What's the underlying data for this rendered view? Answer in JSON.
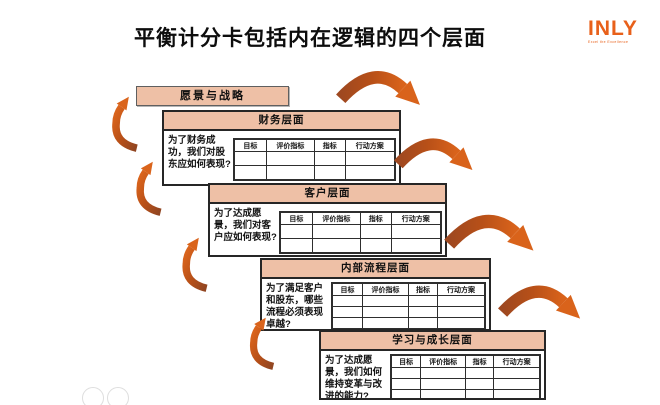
{
  "title": "平衡计分卡包括内在逻辑的四个层面",
  "logo": {
    "name": "INLY",
    "tagline": "Excel the Excellence"
  },
  "vision_box": {
    "label": "愿景与战略"
  },
  "table_headers": [
    "目标",
    "评价指标",
    "指标",
    "行动方案"
  ],
  "sections": [
    {
      "header": "财务层面",
      "question": "为了财务成功，我们对股东应如何表现?",
      "empty_rows": 2
    },
    {
      "header": "客户层面",
      "question": "为了达成愿景，我们对客户应如何表现?",
      "empty_rows": 2
    },
    {
      "header": "内部流程层面",
      "question": "为了满足客户和股东，哪些流程必须表现卓越?",
      "empty_rows": 3
    },
    {
      "header": "学习与成长层面",
      "question": "为了达成愿景，我们如何维持变革与改进的能力?",
      "empty_rows": 3
    }
  ],
  "colors": {
    "arrow_orange": "#d9631b",
    "arrow_dark": "#9e4820",
    "panel_fill": "#eec0a6",
    "logo_orange": "#e8601a"
  }
}
